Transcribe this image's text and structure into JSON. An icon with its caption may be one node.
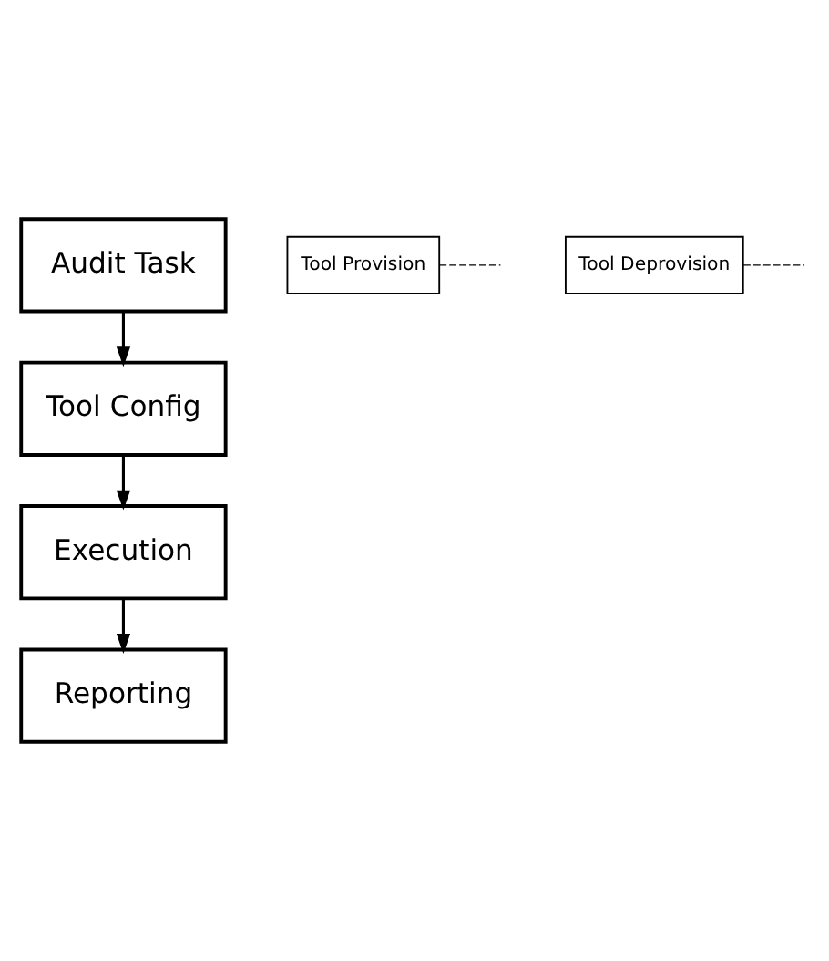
{
  "diagram": {
    "nodes": [
      {
        "text": [
          "Audit Task"
        ]
      },
      {
        "text": [
          "Tool Provision"
        ]
      },
      {
        "text": [
          "Tool Config"
        ]
      },
      {
        "text": [
          "Execution"
        ]
      },
      {
        "text": [
          "Tool Deprovision"
        ]
      },
      {
        "text": [
          "Reporting"
        ]
      }
    ],
    "edges": [
      {
        "from": 0,
        "to": 2,
        "arrow": "to"
      },
      {
        "from": 1,
        "to": null,
        "arrow": "none",
        "style": "dashed"
      },
      {
        "from": 2,
        "to": 3,
        "arrow": "to"
      },
      {
        "from": 3,
        "to": 5,
        "arrow": "to"
      },
      {
        "from": 4,
        "to": null,
        "arrow": "none",
        "style": "dashed"
      }
    ]
  }
}
